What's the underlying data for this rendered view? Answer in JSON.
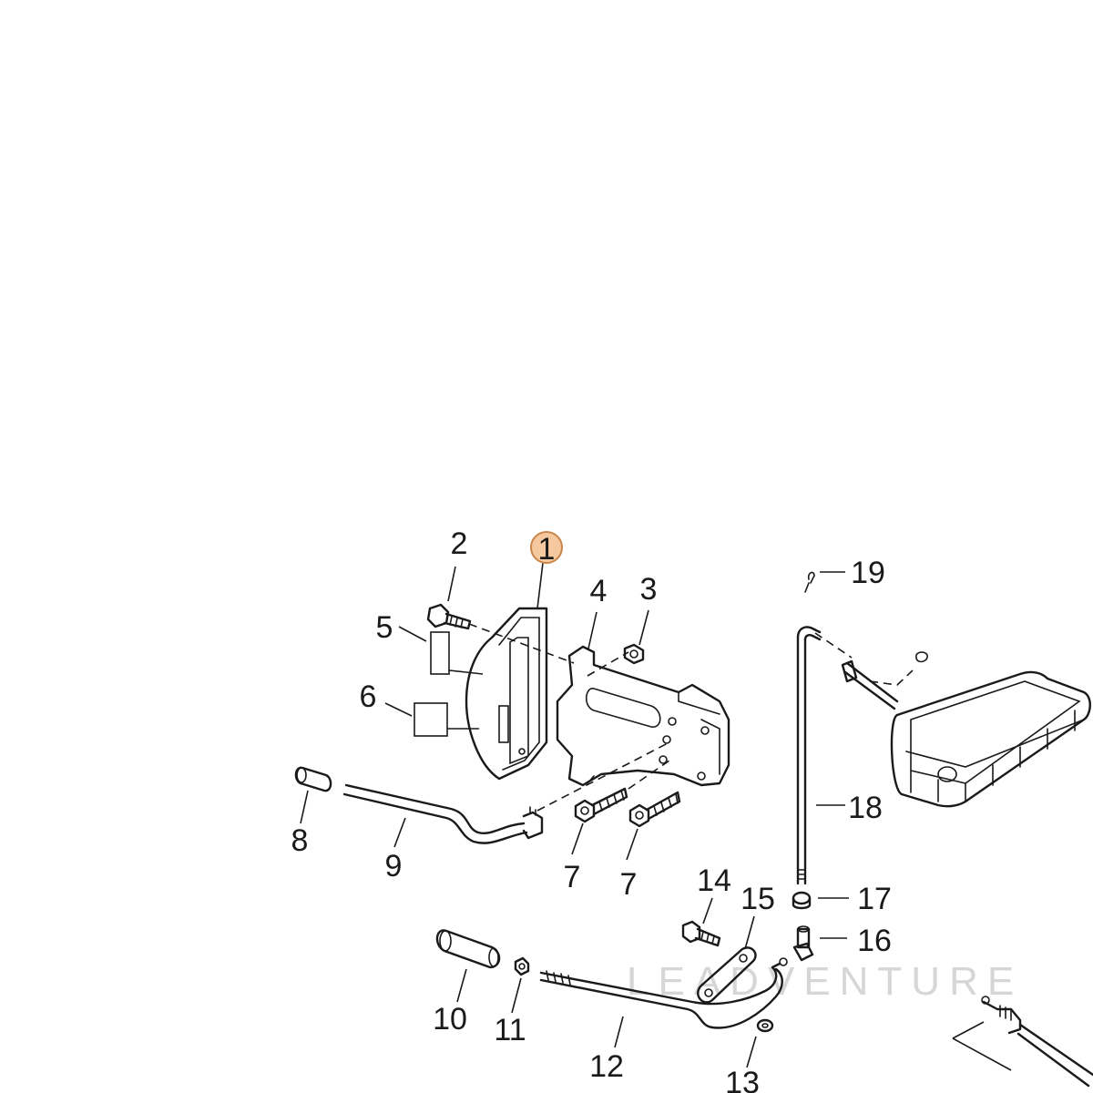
{
  "callouts": {
    "c1": "1",
    "c2": "2",
    "c3": "3",
    "c4": "4",
    "c5": "5",
    "c6": "6",
    "c7a": "7",
    "c7b": "7",
    "c8": "8",
    "c9": "9",
    "c10": "10",
    "c11": "11",
    "c12": "12",
    "c13": "13",
    "c14": "14",
    "c15": "15",
    "c16": "16",
    "c17": "17",
    "c18": "18",
    "c19": "19"
  },
  "highlight": {
    "part": "1",
    "fill": "#f5c8a0",
    "stroke": "#c8864a"
  },
  "watermark": {
    "text": "LEADVENTURE"
  }
}
